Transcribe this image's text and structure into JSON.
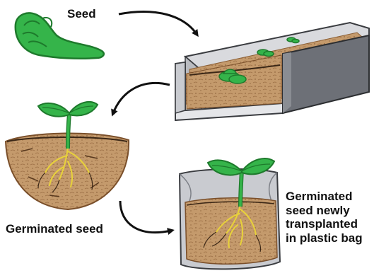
{
  "labels": {
    "seed": "Seed",
    "germinated_seed": "Germinated seed",
    "transplanted": [
      "Germinated",
      "seed newly",
      "transplanted",
      "in plastic bag"
    ]
  },
  "colors": {
    "leaf": "#35b44a",
    "leaf_dark": "#1e7a2c",
    "soil": "#c49a6c",
    "soil_dark": "#8b5e34",
    "root": "#e8d23a",
    "tray": "#d9dade",
    "tray_dark": "#6d7077",
    "bag": "#c9cbd0",
    "arrow": "#111111",
    "text": "#111111"
  },
  "icons": [
    "seed-icon",
    "germination-tray-icon",
    "seedling-in-soil-icon",
    "plastic-bag-seedling-icon"
  ]
}
